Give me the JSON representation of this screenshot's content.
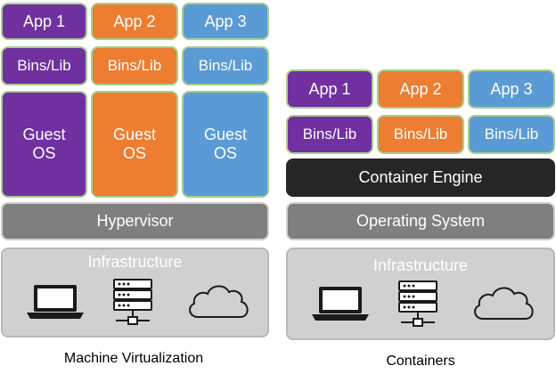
{
  "machine_virtualization": {
    "caption": "Machine Virtualization",
    "apps": [
      "App 1",
      "App 2",
      "App 3"
    ],
    "bins": [
      "Bins/Lib",
      "Bins/Lib",
      "Bins/Lib"
    ],
    "guest_os": [
      "Guest\nOS",
      "Guest\nOS",
      "Guest\nOS"
    ],
    "hypervisor": "Hypervisor",
    "infrastructure": "Infrastructure",
    "icons": [
      "laptop-icon",
      "server-icon",
      "cloud-icon"
    ]
  },
  "containers": {
    "caption": "Containers",
    "apps": [
      "App 1",
      "App 2",
      "App 3"
    ],
    "bins": [
      "Bins/Lib",
      "Bins/Lib",
      "Bins/Lib"
    ],
    "container_engine": "Container Engine",
    "operating_system": "Operating System",
    "infrastructure": "Infrastructure",
    "icons": [
      "laptop-icon",
      "server-icon",
      "cloud-icon"
    ]
  },
  "colors": {
    "purple": "#7030a0",
    "orange": "#ed7d31",
    "blue": "#5b9bd5",
    "gray": "#7f7f7f",
    "engine": "#262626",
    "infrastructure": "#d0d0d0",
    "border": "#a6cf8c"
  }
}
